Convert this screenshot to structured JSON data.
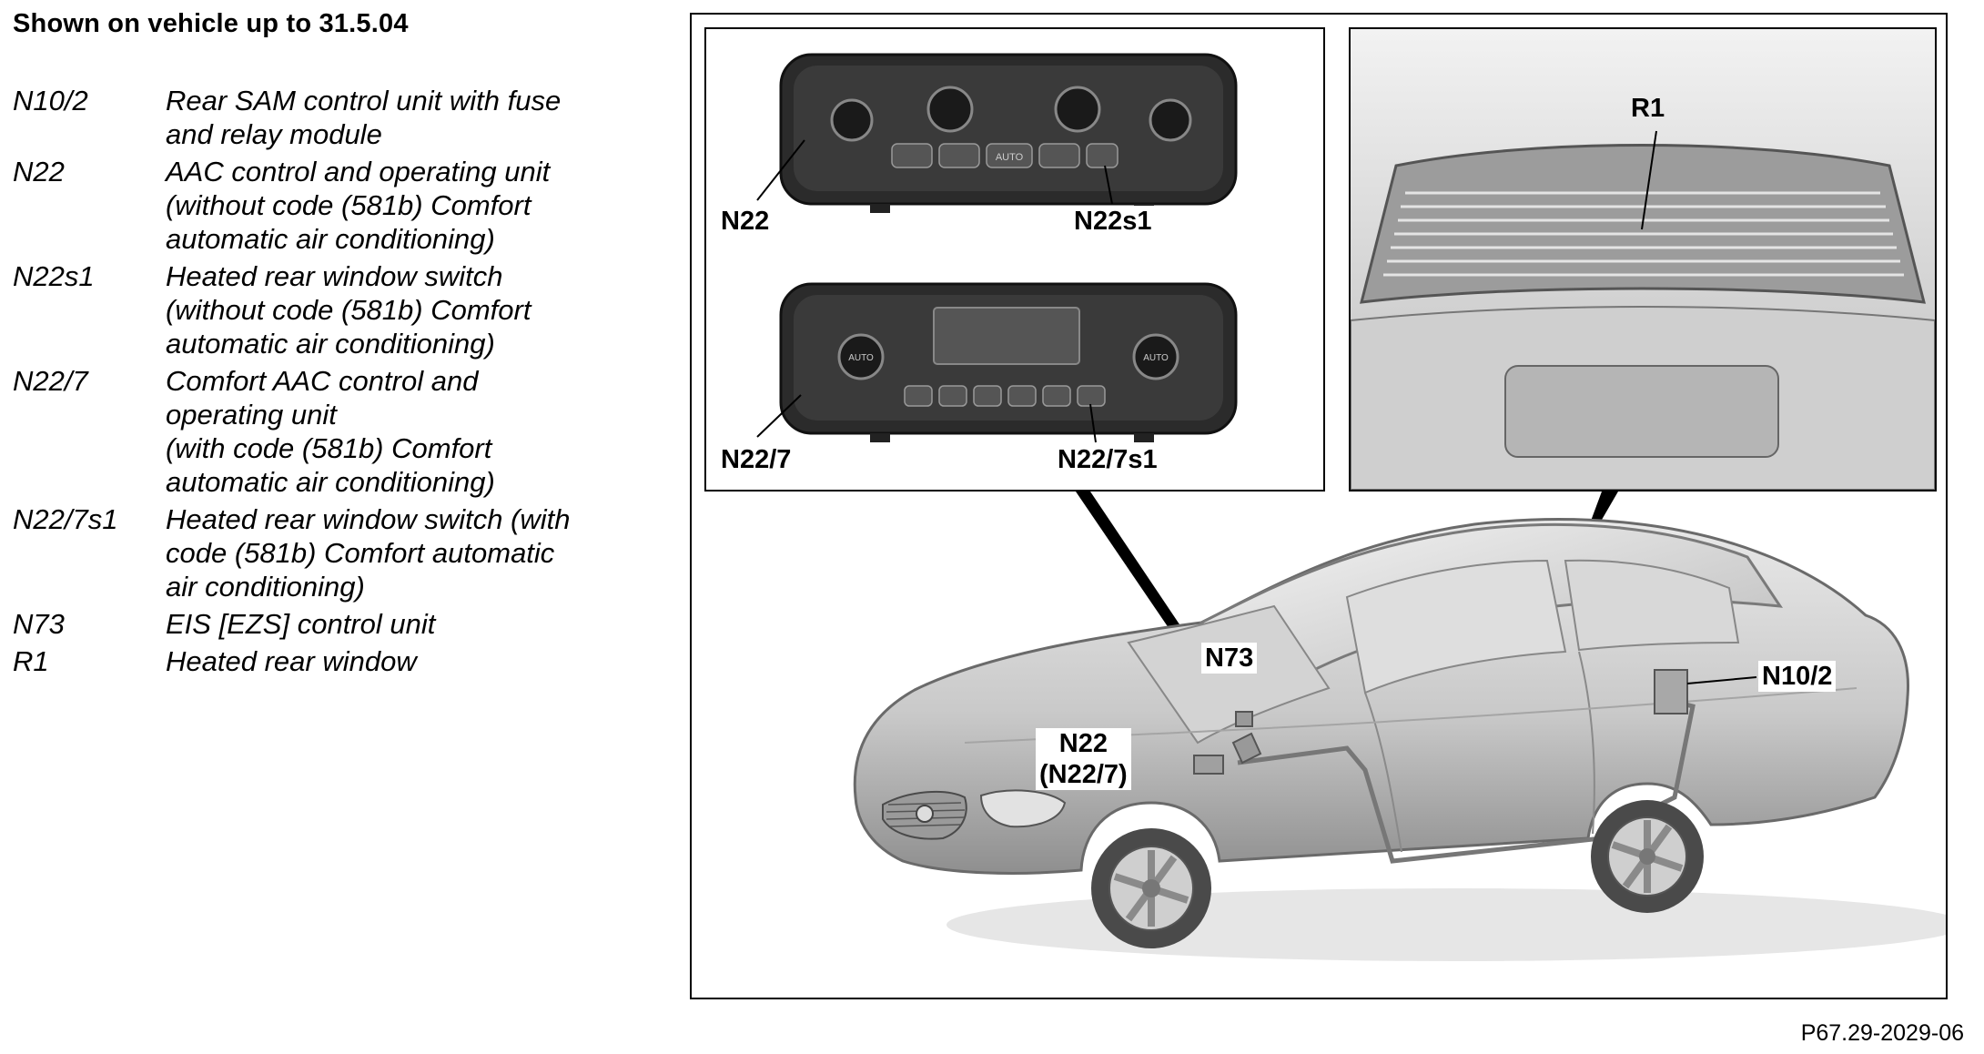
{
  "heading": "Shown on vehicle up to 31.5.04",
  "legend": [
    {
      "code": "N10/2",
      "desc": "Rear SAM control unit with fuse\nand relay module"
    },
    {
      "code": "N22",
      "desc": "AAC control and operating unit\n(without code (581b) Comfort\nautomatic air conditioning)"
    },
    {
      "code": "N22s1",
      "desc": "Heated rear window switch\n(without code (581b) Comfort\nautomatic air conditioning)"
    },
    {
      "code": "N22/7",
      "desc": "Comfort AAC control and\noperating unit\n(with code (581b) Comfort\nautomatic air conditioning)"
    },
    {
      "code": "N22/7s1",
      "desc": "Heated rear window switch (with\ncode (581b) Comfort automatic\nair conditioning)"
    },
    {
      "code": "N73",
      "desc": "EIS [EZS] control unit"
    },
    {
      "code": "R1",
      "desc": "Heated rear window"
    }
  ],
  "callouts": {
    "n22": "N22",
    "n22s1": "N22s1",
    "n22_7": "N22/7",
    "n22_7s1": "N22/7s1",
    "r1": "R1",
    "n73": "N73",
    "n22_car": "N22\n(N22/7)",
    "n10_2": "N10/2"
  },
  "panel_buttons": {
    "auto_top": "AUTO",
    "auto_left": "AUTO",
    "auto_right": "AUTO"
  },
  "figure_ref": "P67.29-2029-06"
}
